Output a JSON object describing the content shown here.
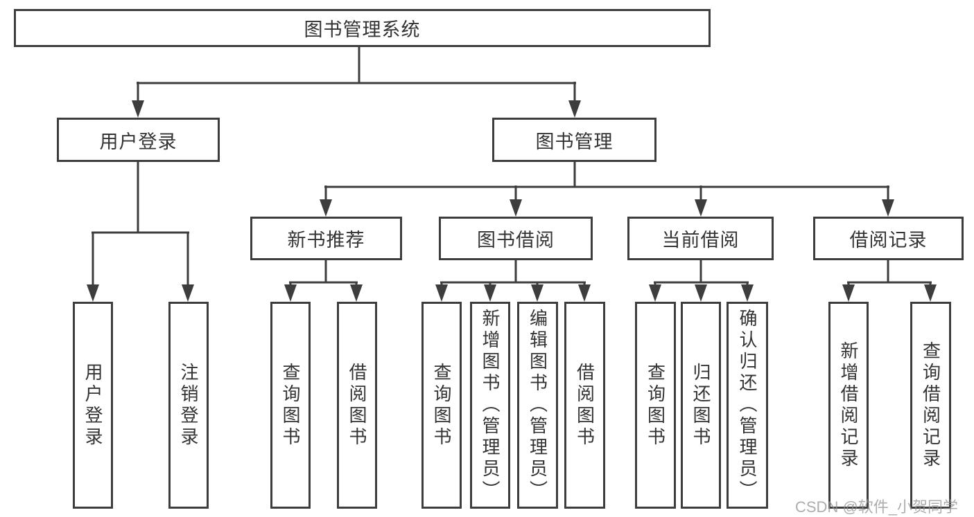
{
  "tree": {
    "label": "图书管理系统",
    "children": [
      {
        "label": "用户登录",
        "children": [
          {
            "label": "用户登录"
          },
          {
            "label": "注销登录"
          }
        ]
      },
      {
        "label": "图书管理",
        "children": [
          {
            "label": "新书推荐",
            "children": [
              {
                "label": "查询图书"
              },
              {
                "label": "借阅图书"
              }
            ]
          },
          {
            "label": "图书借阅",
            "children": [
              {
                "label": "查询图书"
              },
              {
                "label": "新增图书（管理员）"
              },
              {
                "label": "编辑图书（管理员）"
              },
              {
                "label": "借阅图书"
              }
            ]
          },
          {
            "label": "当前借阅",
            "children": [
              {
                "label": "查询图书"
              },
              {
                "label": "归还图书"
              },
              {
                "label": "确认归还（管理员）"
              }
            ]
          },
          {
            "label": "借阅记录",
            "children": [
              {
                "label": "新增借阅记录"
              },
              {
                "label": "查询借阅记录"
              }
            ]
          }
        ]
      }
    ]
  },
  "watermark": {
    "text": "CSDN @软件_小贺同学"
  },
  "colors": {
    "line": "#3d3d3d",
    "box_border": "#3d3d3d",
    "text": "#333333",
    "background": "#ffffff",
    "watermark": "#919191"
  }
}
